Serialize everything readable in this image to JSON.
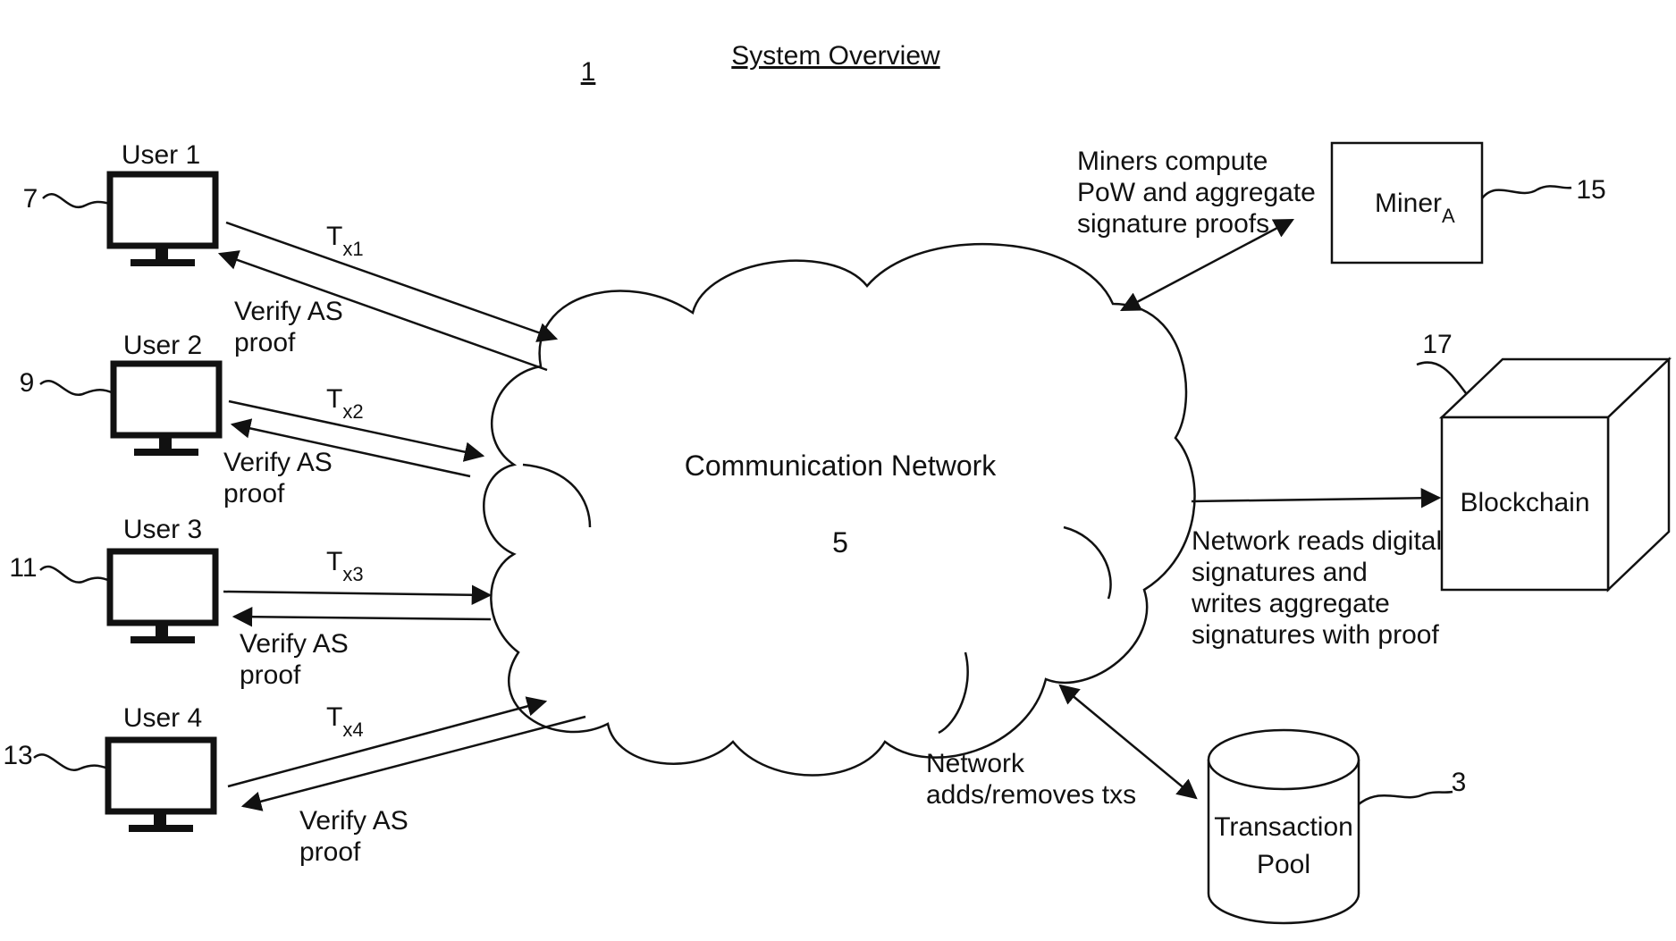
{
  "figure": {
    "title": "System Overview",
    "figure_number": "1"
  },
  "users": [
    {
      "label": "User 1",
      "ref": "7",
      "tx_main": "T",
      "tx_sub": "x1",
      "reply_line1": "Verify AS",
      "reply_line2": "proof"
    },
    {
      "label": "User 2",
      "ref": "9",
      "tx_main": "T",
      "tx_sub": "x2",
      "reply_line1": "Verify AS",
      "reply_line2": "proof"
    },
    {
      "label": "User 3",
      "ref": "11",
      "tx_main": "T",
      "tx_sub": "x3",
      "reply_line1": "Verify AS",
      "reply_line2": "proof"
    },
    {
      "label": "User 4",
      "ref": "13",
      "tx_main": "T",
      "tx_sub": "x4",
      "reply_line1": "Verify AS",
      "reply_line2": "proof"
    }
  ],
  "network": {
    "label": "Communication Network",
    "ref": "5"
  },
  "miner": {
    "label_main": "Miner",
    "label_sub": "A",
    "ref": "15",
    "note_line1": "Miners compute",
    "note_line2": "PoW and aggregate",
    "note_line3": "signature proofs"
  },
  "blockchain": {
    "label": "Blockchain",
    "ref": "17",
    "note_line1": "Network reads digital",
    "note_line2": "signatures and",
    "note_line3": "writes aggregate",
    "note_line4": "signatures with proof"
  },
  "pool": {
    "label_line1": "Transaction",
    "label_line2": "Pool",
    "ref": "3",
    "note_line1": "Network",
    "note_line2": "adds/removes txs"
  }
}
